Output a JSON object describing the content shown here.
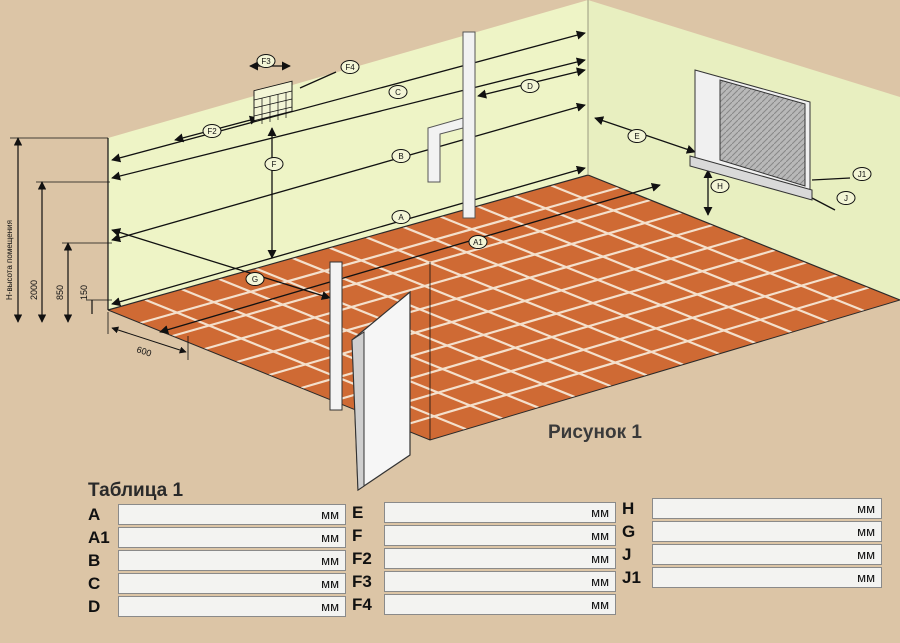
{
  "figure": {
    "caption": "Рисунок 1",
    "vertical_dims": [
      "Н-высота помещения",
      "2000",
      "850",
      "150"
    ],
    "horizontal_dim": "600",
    "markers": [
      "F3",
      "F4",
      "C",
      "D",
      "F2",
      "B",
      "E",
      "F",
      "J1",
      "H",
      "J",
      "A",
      "A1",
      "G"
    ]
  },
  "table": {
    "title": "Таблица 1",
    "unit": "мм",
    "columns": [
      [
        "A",
        "A1",
        "B",
        "C",
        "D"
      ],
      [
        "E",
        "F",
        "F2",
        "F3",
        "F4"
      ],
      [
        "H",
        "G",
        "J",
        "J1"
      ]
    ]
  },
  "colors": {
    "background": "#dcc5a6",
    "wall": "#eef4c6",
    "floor_tile": "#cf6a34",
    "grout": "#f4e0cc"
  }
}
